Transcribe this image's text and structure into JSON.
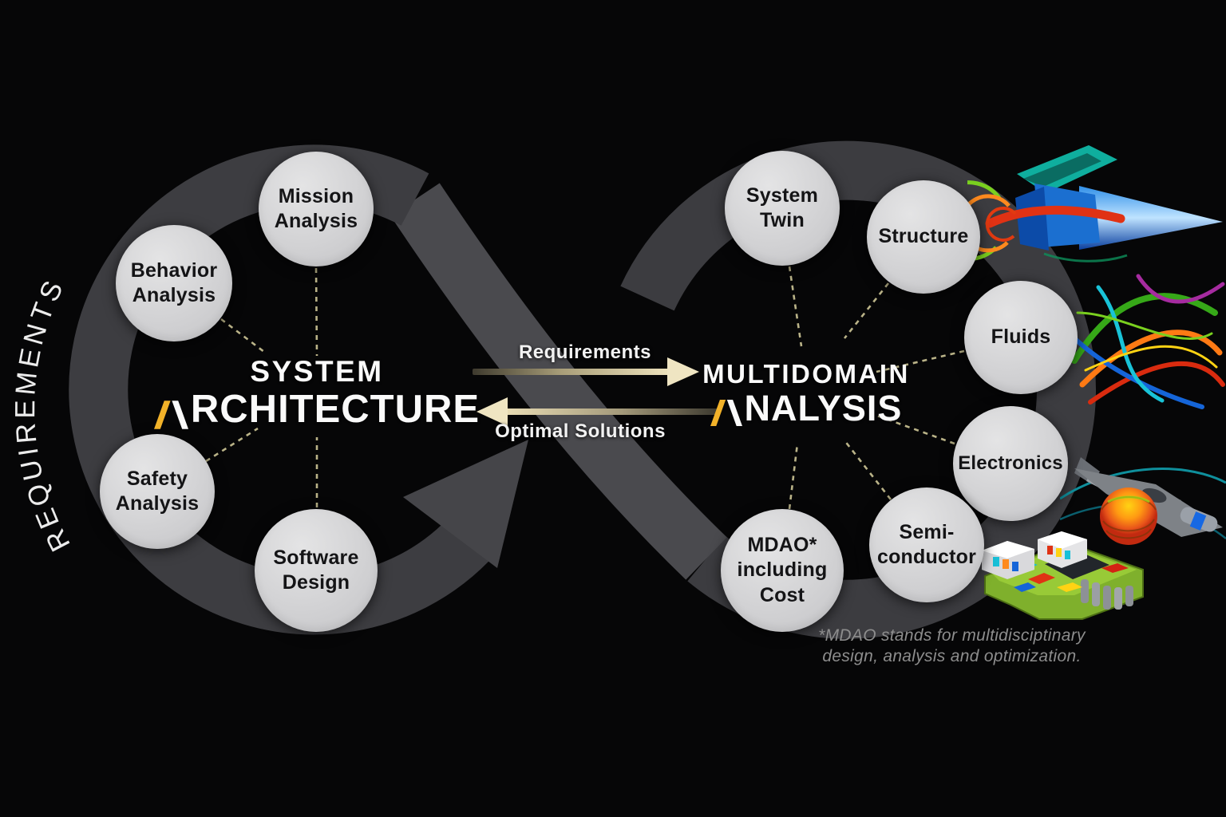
{
  "diagram": {
    "left_loop": {
      "title_line1": "SYSTEM",
      "title_line2_initial": "A",
      "title_line2_rest": "RCHITECTURE",
      "side_label": "REQUIREMENTS",
      "nodes": [
        {
          "id": "mission-analysis",
          "lines": [
            "Mission",
            "Analysis"
          ]
        },
        {
          "id": "behavior-analysis",
          "lines": [
            "Behavior",
            "Analysis"
          ]
        },
        {
          "id": "safety-analysis",
          "lines": [
            "Safety",
            "Analysis"
          ]
        },
        {
          "id": "software-design",
          "lines": [
            "Software",
            "Design"
          ]
        }
      ]
    },
    "right_loop": {
      "title_line1": "MULTIDOMAIN",
      "title_line2_initial": "A",
      "title_line2_rest": "NALYSIS",
      "nodes": [
        {
          "id": "system-twin",
          "lines": [
            "System",
            "Twin"
          ]
        },
        {
          "id": "structure",
          "lines": [
            "Structure"
          ]
        },
        {
          "id": "fluids",
          "lines": [
            "Fluids"
          ]
        },
        {
          "id": "electronics",
          "lines": [
            "Electronics"
          ]
        },
        {
          "id": "semiconductor",
          "lines": [
            "Semi-",
            "conductor"
          ]
        },
        {
          "id": "mdao",
          "lines": [
            "MDAO*",
            "including",
            "Cost"
          ]
        }
      ]
    },
    "arrows": {
      "forward_label": "Requirements",
      "backward_label": "Optimal Solutions"
    },
    "footnote": {
      "line1": "*MDAO stands for multidisciptinary",
      "line2": "design, analysis and optimization."
    },
    "colors": {
      "background": "#060607",
      "accent_yellow": "#F2B229",
      "band": "#3D3D41",
      "band_light": "#4A4A4E",
      "node_fill": "#D6D6D8",
      "node_text": "#141416",
      "arrow_cream": "#EFE5C2",
      "dash": "#CEC696",
      "footnote_text": "#8D8D8D"
    },
    "illustrations": [
      {
        "name": "jet-engine-cfd-render"
      },
      {
        "name": "turbulent-flow-render"
      },
      {
        "name": "aircraft-antenna-render"
      },
      {
        "name": "pcb-thermal-render"
      }
    ]
  }
}
